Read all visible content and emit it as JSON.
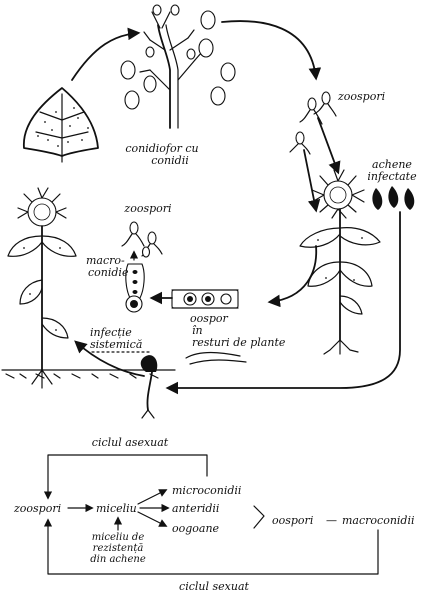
{
  "labels": {
    "conidiofor_line1": "conidiofor cu",
    "conidiofor_line2": "conidii",
    "zoospori_right": "zoospori",
    "achene_line1": "achene",
    "achene_line2": "infectate",
    "zoospori_left": "zoospori",
    "macro_line1": "macro-",
    "macro_line2": "conidie",
    "oospor_line1": "oospor",
    "oospor_line2": "în",
    "oospor_line3": "resturi de plante",
    "infectie_line1": "infecție",
    "infectie_line2": "sistemică"
  },
  "cycle": {
    "asexual": "ciclul asexuat",
    "sexual": "ciclul sexuat",
    "zoospori": "zoospori",
    "miceliu": "miceliu",
    "microconidii": "microconidii",
    "anteridii": "anteridii",
    "oogoane": "oogoane",
    "rez_line1": "miceliu de",
    "rez_line2": "rezistență",
    "rez_line3": "din achene",
    "oospori": "oospori",
    "dash": "—",
    "macroconidii": "macroconidii"
  },
  "icons": [
    "leaf-icon",
    "conidiophore-icon",
    "sunflower-icon",
    "seed-icon",
    "zoospore-icon",
    "oospore-icon",
    "seedling-icon"
  ]
}
